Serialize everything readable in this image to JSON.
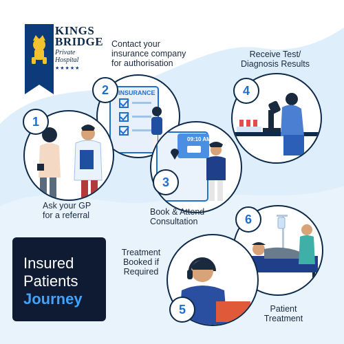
{
  "brand": {
    "name_line1": "KINGS",
    "name_line2": "BRIDGE",
    "sub_line1": "Private",
    "sub_line2": "Hospital",
    "stars": "★★★★★"
  },
  "steps": [
    {
      "number": "1",
      "caption": "Ask your GP for a referral",
      "caption_lines": [
        "Ask your GP",
        "for a referral"
      ]
    },
    {
      "number": "2",
      "caption_lines": [
        "Contact your",
        "insurance company",
        "for authorisation"
      ],
      "screen_label": "INSURANCE"
    },
    {
      "number": "3",
      "caption_lines": [
        "Book & Attend",
        "Consultation"
      ],
      "screen_label": "09:10 AM"
    },
    {
      "number": "4",
      "caption_lines": [
        "Receive Test/",
        "Diagnosis Results"
      ]
    },
    {
      "number": "5",
      "caption_lines": [
        "Treatment",
        "Booked if",
        "Required"
      ]
    },
    {
      "number": "6",
      "caption_lines": [
        "Patient",
        "Treatment"
      ]
    }
  ],
  "title": {
    "line1": "Insured",
    "line2": "Patients",
    "line3": "Journey"
  },
  "colors": {
    "navy": "#0d2a4a",
    "accent_blue": "#1f6fd1",
    "wave": "#dfeefb",
    "title_bg": "#0e1b33"
  }
}
